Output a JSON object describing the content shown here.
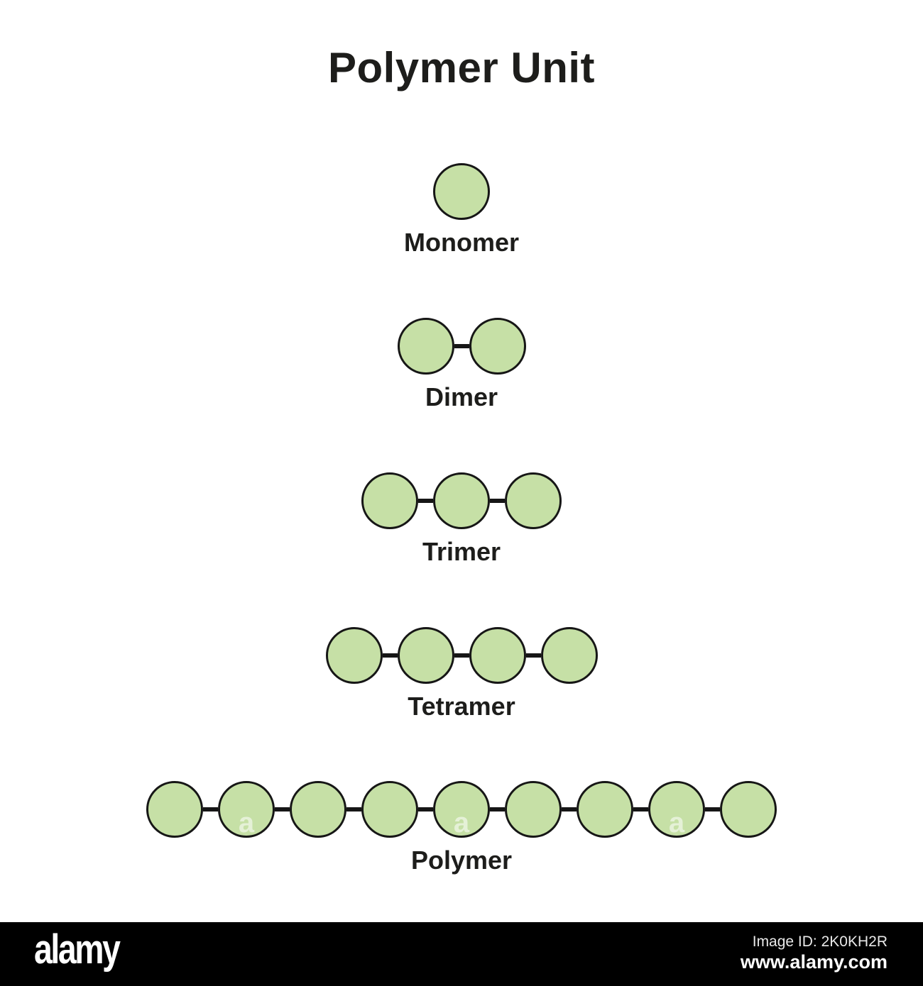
{
  "title": "Polymer Unit",
  "diagram": {
    "rows": [
      {
        "label": "Monomer",
        "units": 1
      },
      {
        "label": "Dimer",
        "units": 2
      },
      {
        "label": "Trimer",
        "units": 3
      },
      {
        "label": "Tetramer",
        "units": 4
      },
      {
        "label": "Polymer",
        "units": 9
      }
    ],
    "unit_fill": "#c6e0a6",
    "unit_outline": "#161616"
  },
  "watermark": {
    "glyph": "a",
    "polymer_circle_indices": [
      1,
      4,
      7
    ]
  },
  "footer": {
    "brand": "alamy",
    "image_id": "Image ID: 2K0KH2R",
    "website": "www.alamy.com",
    "bar_color": "#000000"
  }
}
